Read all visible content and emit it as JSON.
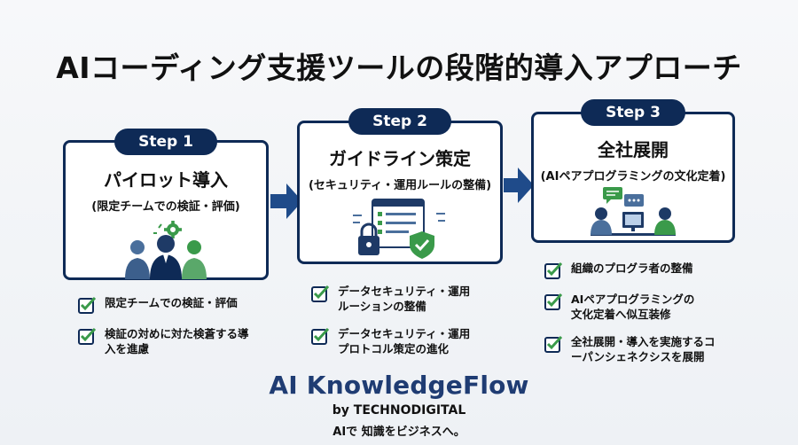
{
  "title": "AIコーディング支援ツールの段階的導入アプローチ",
  "steps": [
    {
      "label": "Step 1",
      "title": "パイロット導入",
      "subtitle": "(限定チームでの検証・評価)",
      "items": [
        "限定チームでの検証・評価",
        "検証の対めに対た検蒼する導入を進慮"
      ]
    },
    {
      "label": "Step 2",
      "title": "ガイドライン策定",
      "subtitle": "(セキュリティ・運用ルールの整備)",
      "items": [
        "データセキュリティ・運用ルーションの整備",
        "データセキュリティ・運用プロトコル策定の進化"
      ]
    },
    {
      "label": "Step 3",
      "title": "全社展開",
      "subtitle": "(AIペアプログラミングの文化定着)",
      "items": [
        "組織のプログラ者の整備",
        "AIペアプログラミングの文化定着へ似互装修",
        "全社展開・導入を実施するコーパンシェネクシスを展開"
      ]
    }
  ],
  "brand": {
    "name": "AI KnowledgeFlow",
    "by": "by TECHNODIGITAL",
    "tagline": "AIで 知識をビジネスへ。"
  },
  "colors": {
    "navy": "#0e2a56",
    "arrow": "#1f4b8a",
    "green": "#3a9a4a",
    "brand": "#1f3c73"
  },
  "icons": {
    "step1": "team-people-gear-icon",
    "step2": "document-lock-shield-icon",
    "step3": "two-people-chat-icon",
    "check": "checkbox-check-icon"
  }
}
